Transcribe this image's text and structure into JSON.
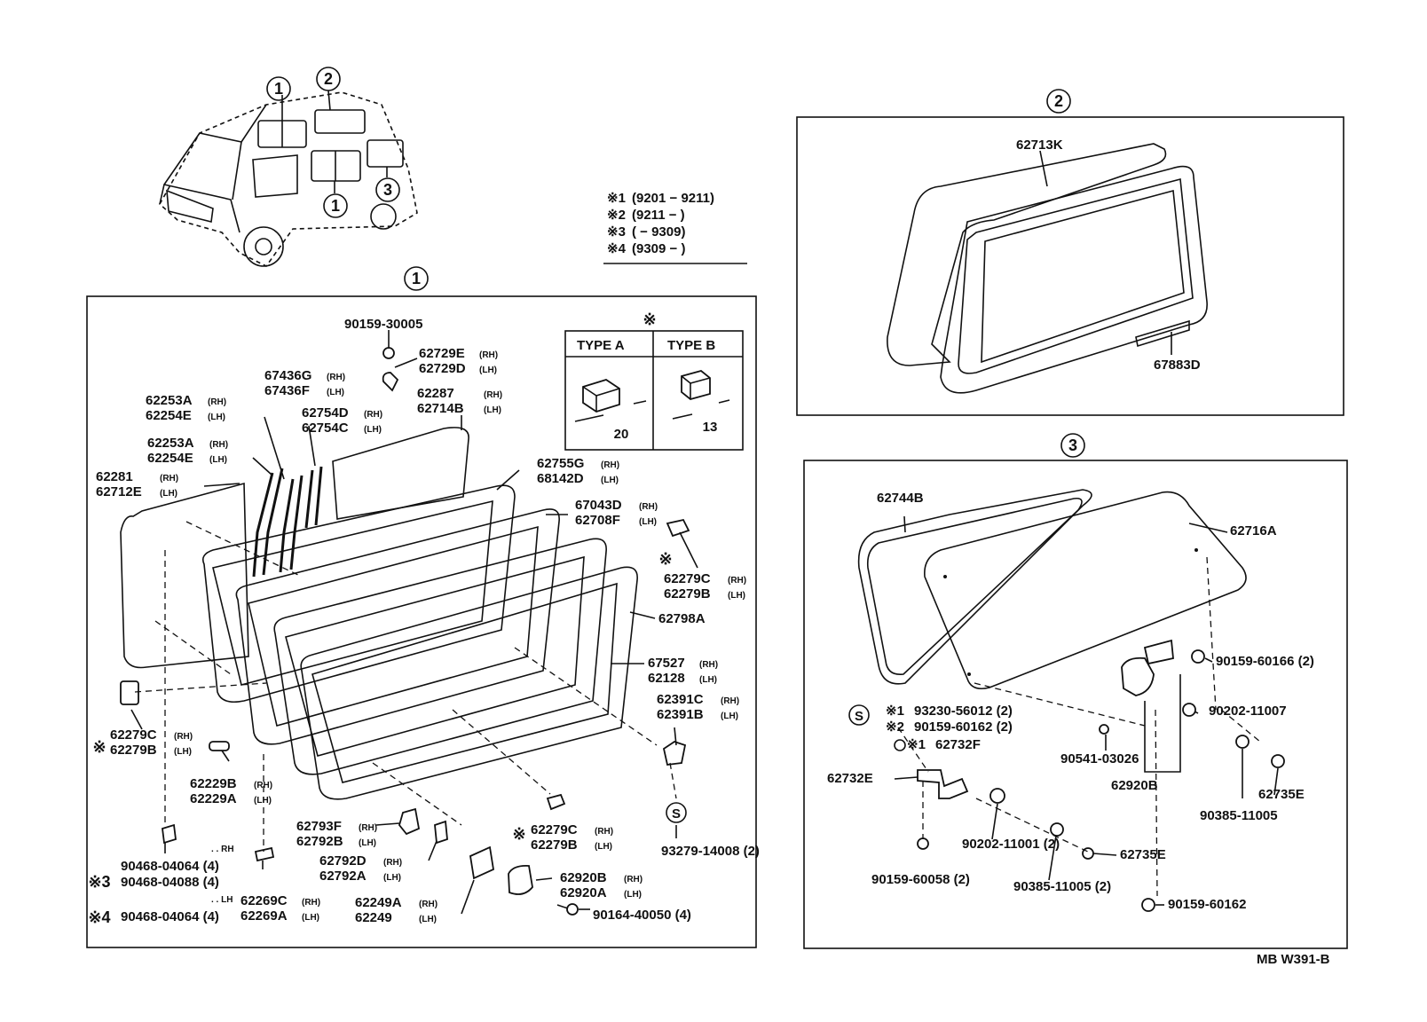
{
  "circles": {
    "one": "1",
    "two": "2",
    "three": "3",
    "s": "S"
  },
  "legend": [
    {
      "mark": "※1",
      "range": "(9201 − 9211)"
    },
    {
      "mark": "※2",
      "range": "(9211 −        )"
    },
    {
      "mark": "※3",
      "range": "(        − 9309)"
    },
    {
      "mark": "※4",
      "range": "(9309 −        )"
    }
  ],
  "types": {
    "mark": "※",
    "a_label": "TYPE  A",
    "b_label": "TYPE  B",
    "a_dim": "20",
    "b_dim": "13"
  },
  "suffix": {
    "rh": "(RH)",
    "lh": "(LH)",
    "rh_plain": ". . RH",
    "lh_plain": ". . LH"
  },
  "panel1": {
    "p90159_30005": "90159-30005",
    "p62729E": "62729E",
    "p62729D": "62729D",
    "p67436G": "67436G",
    "p67436F": "67436F",
    "p62287": "62287",
    "p62714B": "62714B",
    "p62754D": "62754D",
    "p62754C": "62754C",
    "p62253A_1": "62253A",
    "p62254E_1": "62254E",
    "p62253A_2": "62253A",
    "p62254E_2": "62254E",
    "p62281": "62281",
    "p62712E": "62712E",
    "p62755G": "62755G",
    "p68142D": "68142D",
    "p67043D": "67043D",
    "p62708F": "62708F",
    "p62279C_r": "62279C",
    "p62279B_r": "62279B",
    "p62798A": "62798A",
    "p67527": "67527",
    "p62128": "62128",
    "p62391C": "62391C",
    "p62391B": "62391B",
    "p62279C_l": "62279C",
    "p62279B_l": "62279B",
    "p62229B": "62229B",
    "p62229A": "62229A",
    "p62793F": "62793F",
    "p62792B": "62792B",
    "p62792D": "62792D",
    "p62792A": "62792A",
    "p62279C_b": "62279C",
    "p62279B_b": "62279B",
    "p93279": "93279-14008 (2)",
    "p90468_a": "90468-04064 (4)",
    "p90468_b": "90468-04088 (4)",
    "p90468_c": "90468-04064 (4)",
    "p62269C": "62269C",
    "p62269A": "62269A",
    "p62249A": "62249A",
    "p62249": "62249",
    "p62920B": "62920B",
    "p62920A": "62920A",
    "p90164": "90164-40050 (4)"
  },
  "panel2": {
    "p62713K": "62713K",
    "p67883D": "67883D"
  },
  "panel3": {
    "p62744B": "62744B",
    "p62716A": "62716A",
    "p90159_60166": "90159-60166 (2)",
    "p90202_11007": "90202-11007",
    "p93230": "93230-56012 (2)",
    "p90159_60162_2": "90159-60162 (2)",
    "p62732F": "62732F",
    "p90541": "90541-03026",
    "p62732E": "62732E",
    "p62920B": "62920B",
    "p62735E_r": "62735E",
    "p90385_r": "90385-11005",
    "p90202_11001": "90202-11001 (2)",
    "p62735E_b": "62735E",
    "p90159_60058": "90159-60058 (2)",
    "p90385_b": "90385-11005 (2)",
    "p90159_60162": "90159-60162"
  },
  "footer": {
    "code": "MB W391-B"
  }
}
